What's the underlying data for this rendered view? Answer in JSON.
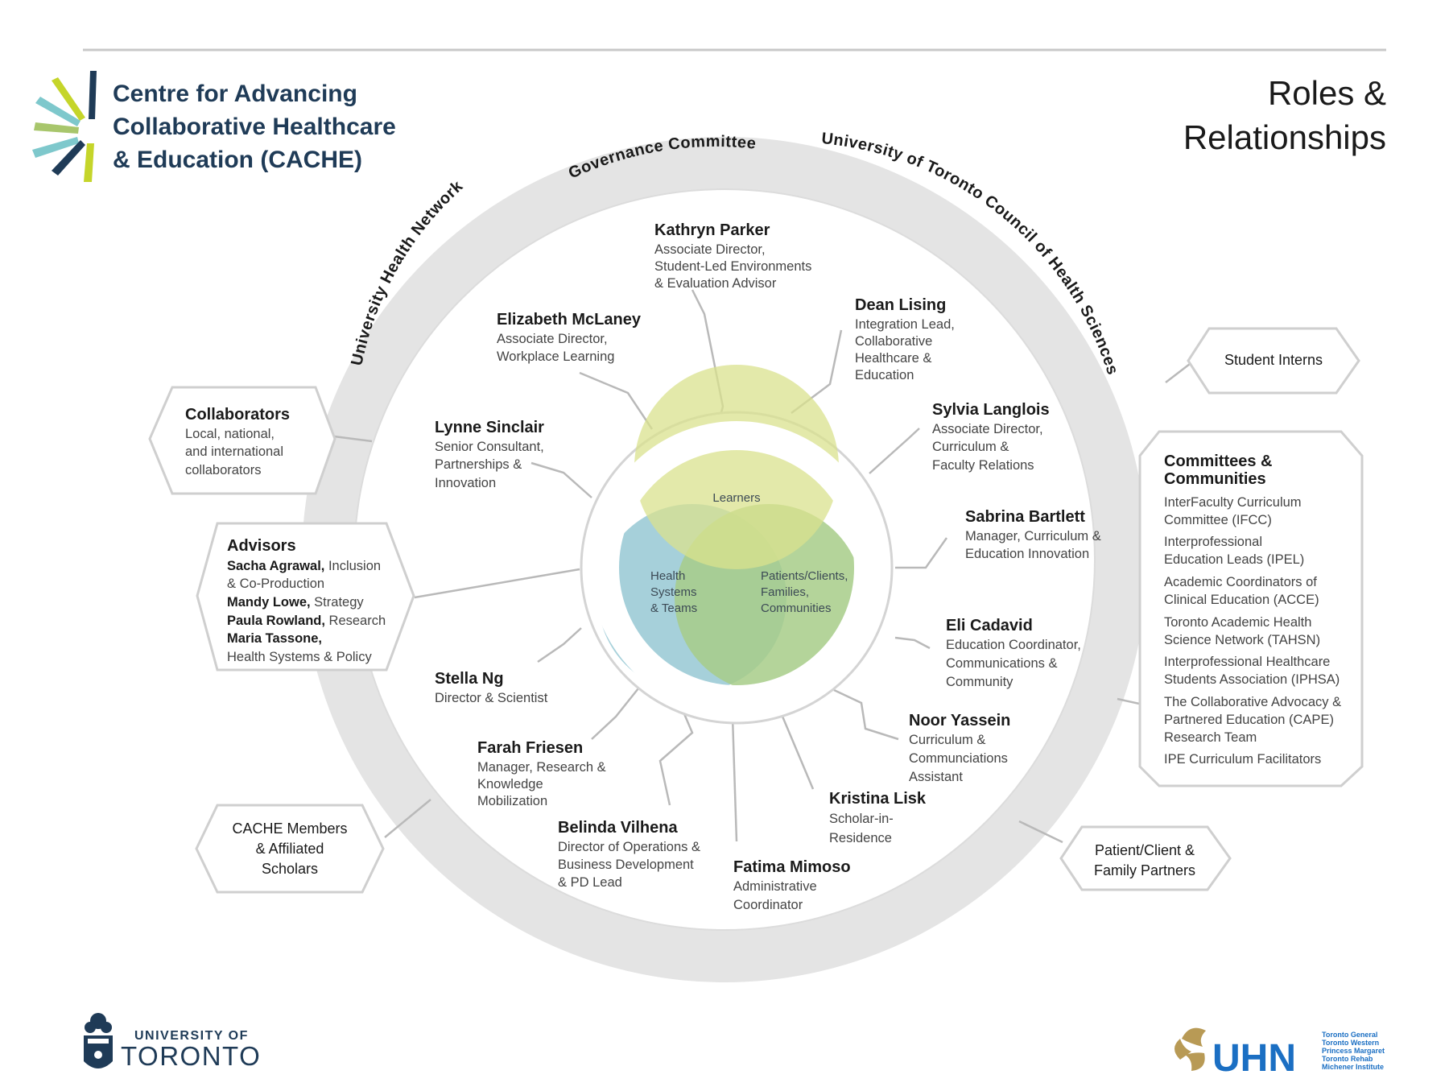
{
  "header": {
    "org_name_lines": [
      "Centre for Advancing",
      "Collaborative Healthcare",
      "& Education (CACHE)"
    ],
    "page_title_lines": [
      "Roles &",
      "Relationships"
    ]
  },
  "colors": {
    "brand_navy": "#1f3b57",
    "logo_lime": "#c5d52a",
    "logo_teal": "#7ec8cc",
    "logo_green": "#a8c66c",
    "venn_learners": "#d9e18e",
    "venn_health": "#9ccbd6",
    "venn_patients": "#a7cd88",
    "ring_grey": "#e3e3e3",
    "uhn_blue": "#1b6fc3",
    "uhn_gold": "#b89a55"
  },
  "ring_labels": {
    "left": "University Health Network",
    "top": "Governance Committee",
    "right": "University of Toronto Council of Health Sciences"
  },
  "venn": {
    "learners": "Learners",
    "health_lines": [
      "Health",
      "Systems",
      "& Teams"
    ],
    "patients_lines": [
      "Patients/Clients,",
      "Families,",
      "Communities"
    ]
  },
  "people": [
    {
      "name": "Kathryn Parker",
      "role_lines": [
        "Associate Director,",
        "Student-Led Environments",
        "& Evaluation Advisor"
      ]
    },
    {
      "name": "Elizabeth McLaney",
      "role_lines": [
        "Associate Director,",
        "Workplace Learning"
      ]
    },
    {
      "name": "Dean Lising",
      "role_lines": [
        "Integration Lead,",
        "Collaborative",
        "Healthcare &",
        "Education"
      ]
    },
    {
      "name": "Sylvia Langlois",
      "role_lines": [
        "Associate Director,",
        "Curriculum &",
        "Faculty Relations"
      ]
    },
    {
      "name": "Lynne Sinclair",
      "role_lines": [
        "Senior Consultant,",
        "Partnerships &",
        "Innovation"
      ]
    },
    {
      "name": "Sabrina Bartlett",
      "role_lines": [
        "Manager, Curriculum &",
        "Education Innovation"
      ]
    },
    {
      "name": "Eli Cadavid",
      "role_lines": [
        "Education Coordinator,",
        "Communications &",
        "Community"
      ]
    },
    {
      "name": "Stella Ng",
      "role_lines": [
        "Director & Scientist"
      ]
    },
    {
      "name": "Noor Yassein",
      "role_lines": [
        "Curriculum &",
        "Communciations",
        "Assistant"
      ]
    },
    {
      "name": "Farah Friesen",
      "role_lines": [
        "Manager, Research &",
        "Knowledge",
        "Mobilization"
      ]
    },
    {
      "name": "Kristina Lisk",
      "role_lines": [
        "Scholar-in-",
        "Residence"
      ]
    },
    {
      "name": "Belinda Vilhena",
      "role_lines": [
        "Director of Operations &",
        "Business Development",
        "& PD Lead"
      ]
    },
    {
      "name": "Fatima Mimoso",
      "role_lines": [
        "Administrative",
        "Coordinator"
      ]
    }
  ],
  "collaborators": {
    "title": "Collaborators",
    "lines": [
      "Local, national,",
      "and international",
      "collaborators"
    ]
  },
  "advisors": {
    "title": "Advisors",
    "members": [
      {
        "name": "Sacha Agrawal,",
        "role": " Inclusion"
      },
      {
        "name": "",
        "role": "& Co-Production"
      },
      {
        "name": "Mandy Lowe,",
        "role": " Strategy"
      },
      {
        "name": "Paula Rowland,",
        "role": " Research"
      },
      {
        "name": "Maria Tassone,",
        "role": ""
      },
      {
        "name": "",
        "role": "Health Systems & Policy"
      }
    ]
  },
  "cache_members_lines": [
    "CACHE Members",
    "& Affiliated",
    "Scholars"
  ],
  "student_interns": "Student Interns",
  "patient_partners_lines": [
    "Patient/Client &",
    "Family Partners"
  ],
  "committees": {
    "title_lines": [
      "Committees &",
      "Communities"
    ],
    "items": [
      [
        "InterFaculty Curriculum",
        "Committee (IFCC)"
      ],
      [
        "Interprofessional",
        "Education Leads (IPEL)"
      ],
      [
        "Academic Coordinators of",
        "Clinical Education (ACCE)"
      ],
      [
        "Toronto Academic Health",
        "Science Network (TAHSN)"
      ],
      [
        "Interprofessional Healthcare",
        "Students Association (IPHSA)"
      ],
      [
        "The Collaborative Advocacy &",
        "Partnered Education (CAPE)",
        "Research Team"
      ],
      [
        "IPE Curriculum Facilitators"
      ]
    ]
  },
  "footer": {
    "uoft_line1": "UNIVERSITY OF",
    "uoft_line2": "TORONTO",
    "uhn_wordmark": "UHN",
    "uhn_sites": [
      "Toronto General",
      "Toronto Western",
      "Princess Margaret",
      "Toronto Rehab",
      "Michener Institute"
    ]
  }
}
